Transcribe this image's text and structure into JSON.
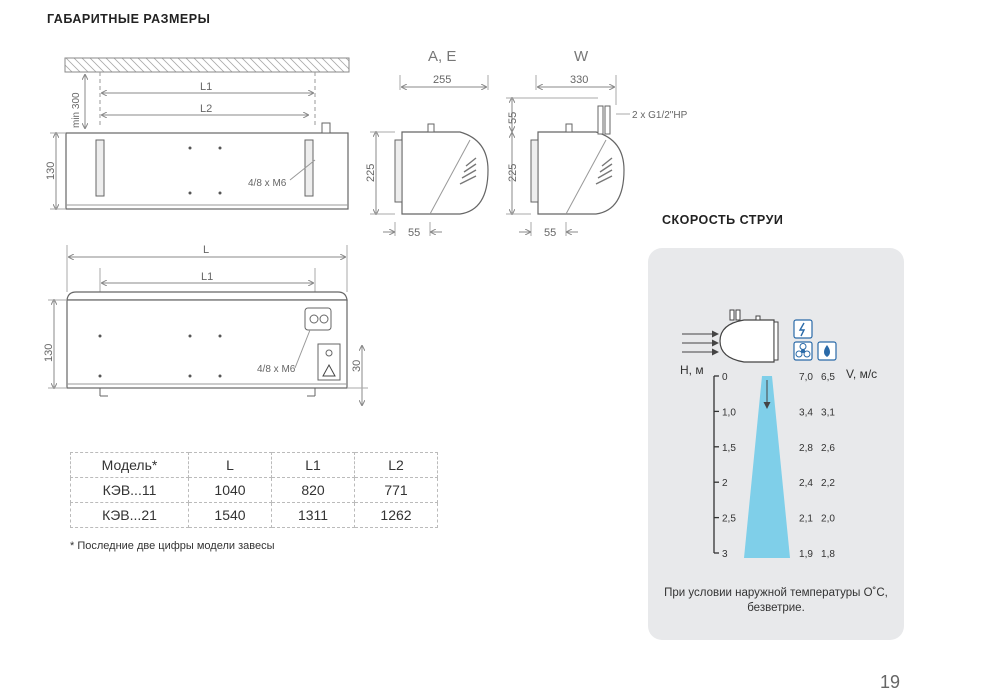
{
  "section_dimensions": "ГАБАРИТНЫЕ РАЗМЕРЫ",
  "section_speed": "СКОРОСТЬ СТРУИ",
  "views": {
    "ae_title": "A, E",
    "w_title": "W"
  },
  "top_drawing": {
    "min300": "min 300",
    "L1": "L1",
    "L2": "L2",
    "h130": "130",
    "mount": "4/8 x M6"
  },
  "ae_side": {
    "width": "255",
    "height": "225",
    "offset": "55"
  },
  "w_side": {
    "width": "330",
    "height": "225",
    "top": "55",
    "offset": "55",
    "pipe": "2 x G1/2\"HP"
  },
  "bottom_drawing": {
    "L": "L",
    "L1": "L1",
    "h130": "130",
    "h30": "30",
    "mount": "4/8 x M6"
  },
  "table": {
    "headers": [
      "Модель*",
      "L",
      "L1",
      "L2"
    ],
    "rows": [
      [
        "КЭВ...11",
        "1040",
        "820",
        "771"
      ],
      [
        "КЭВ...21",
        "1540",
        "1311",
        "1262"
      ]
    ],
    "footnote": "* Последние две цифры модели завесы"
  },
  "chart_data": {
    "type": "table",
    "ylabel": "Н, м",
    "vlabel": "V, м/с",
    "rows": [
      {
        "h": "0",
        "v1": "7,0",
        "v2": "6,5"
      },
      {
        "h": "1,0",
        "v1": "3,4",
        "v2": "3,1"
      },
      {
        "h": "1,5",
        "v1": "2,8",
        "v2": "2,6"
      },
      {
        "h": "2",
        "v1": "2,4",
        "v2": "2,2"
      },
      {
        "h": "2,5",
        "v1": "2,1",
        "v2": "2,0"
      },
      {
        "h": "3",
        "v1": "1,9",
        "v2": "1,8"
      }
    ],
    "icons": [
      "lightning-icon",
      "fan-icon",
      "water-drop-icon"
    ],
    "colors": {
      "jet": "#7fcfe9",
      "panel": "#e8e9eb",
      "icon_border": "#2a6aa8"
    }
  },
  "condition_line1": "При условии наружной температуры О˚С,",
  "condition_line2": "безветрие.",
  "page_number": "19"
}
